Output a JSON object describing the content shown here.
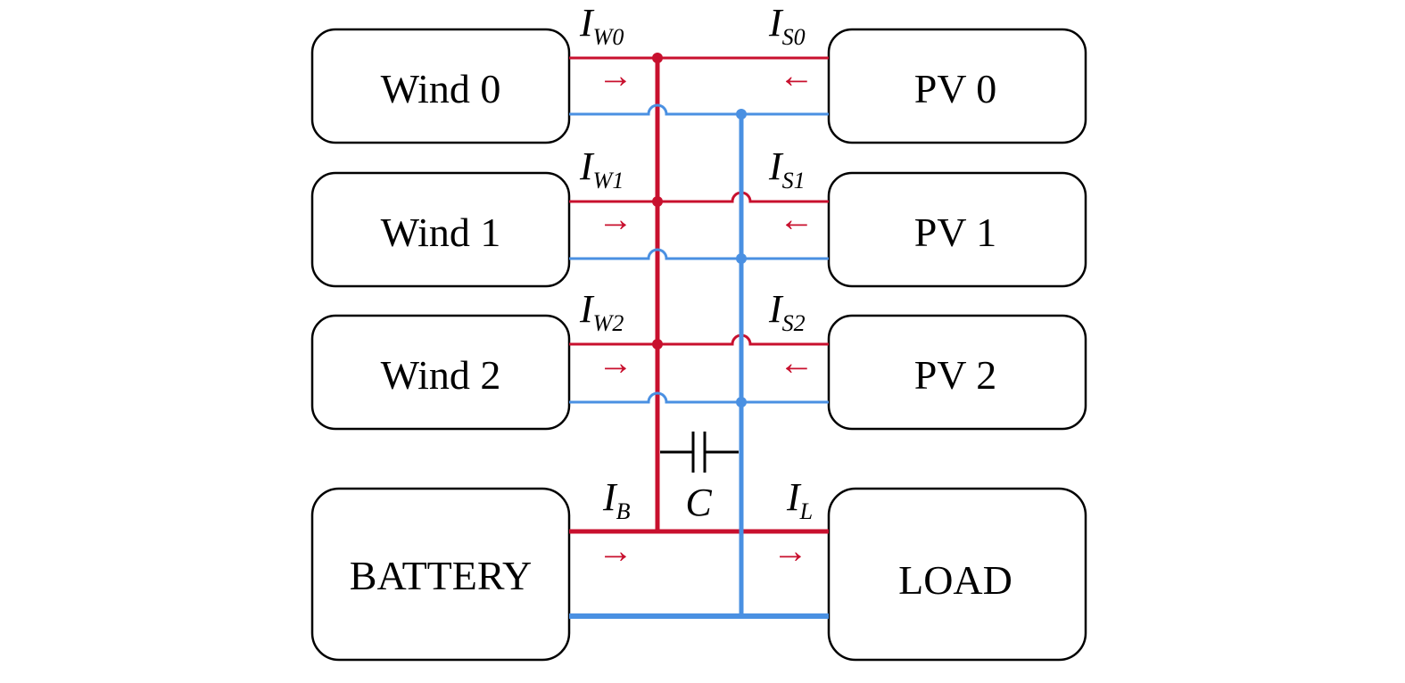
{
  "colors": {
    "positive_bus": "#c8102e",
    "negative_bus": "#4a90e2",
    "box_stroke": "#000000",
    "text": "#000000"
  },
  "boxes": {
    "wind0": "Wind 0",
    "wind1": "Wind 1",
    "wind2": "Wind 2",
    "pv0": "PV 0",
    "pv1": "PV 1",
    "pv2": "PV 2",
    "battery": "BATTERY",
    "load": "LOAD"
  },
  "currents": {
    "wind0": {
      "main": "I",
      "sub": "W0"
    },
    "wind1": {
      "main": "I",
      "sub": "W1"
    },
    "wind2": {
      "main": "I",
      "sub": "W2"
    },
    "pv0": {
      "main": "I",
      "sub": "S0"
    },
    "pv1": {
      "main": "I",
      "sub": "S1"
    },
    "pv2": {
      "main": "I",
      "sub": "S2"
    },
    "battery": {
      "main": "I",
      "sub": "B"
    },
    "load": {
      "main": "I",
      "sub": "L"
    }
  },
  "capacitor": {
    "label": "C"
  },
  "arrows": {
    "right": "→",
    "left": "←"
  }
}
